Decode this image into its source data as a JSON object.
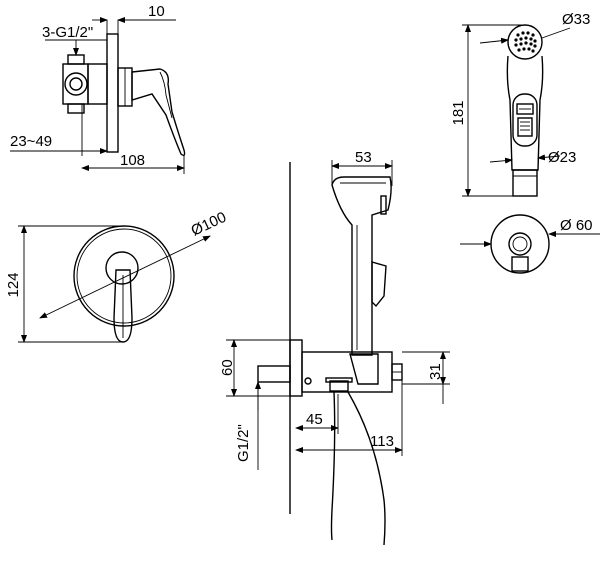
{
  "side_view": {
    "thread_label": "3-G1/2\"",
    "plate_thickness": "10",
    "wall_depth": "23~49",
    "overall_depth": "108"
  },
  "front_view": {
    "plate_diameter": "Ø100",
    "overall_height": "124"
  },
  "assembly_view": {
    "head_width": "53",
    "outlet_height": "60",
    "thread_label": "G1/2\"",
    "holder_offset": "45",
    "overall_width": "113",
    "holder_height": "31"
  },
  "sprayer_view": {
    "nozzle_diameter": "Ø33",
    "length": "181",
    "handle_diameter": "Ø23"
  },
  "holder_view": {
    "diameter": "Ø 60"
  }
}
